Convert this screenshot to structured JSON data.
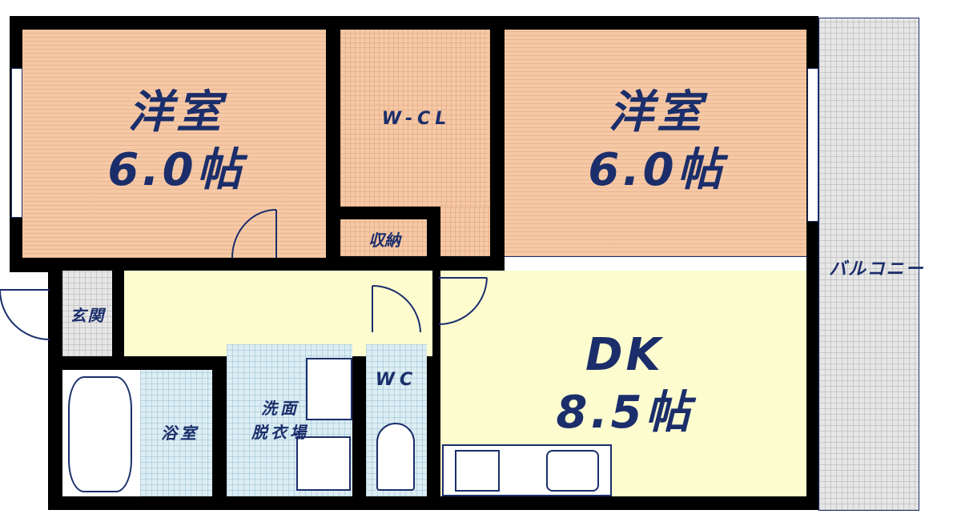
{
  "rooms": {
    "western1": {
      "name": "洋室",
      "size": "6.0帖"
    },
    "wcl": {
      "name": "W-CL"
    },
    "western2": {
      "name": "洋室",
      "size": "6.0帖"
    },
    "storage": {
      "name": "収納"
    },
    "entrance": {
      "name": "玄関"
    },
    "bath": {
      "name": "浴室"
    },
    "washroom": {
      "name": "洗面\n脱衣場",
      "line1": "洗面",
      "line2": "脱衣場"
    },
    "wc": {
      "name": "WC"
    },
    "dk": {
      "name": "DK",
      "size": "8.5帖"
    },
    "balcony": {
      "name": "バルコニー"
    }
  },
  "colors": {
    "text": "#1b2e6b",
    "tatami": "#f6c9a6",
    "floor": "#fdfccf",
    "tile": "#dcedf3",
    "balcony": "#e6e6e6"
  }
}
